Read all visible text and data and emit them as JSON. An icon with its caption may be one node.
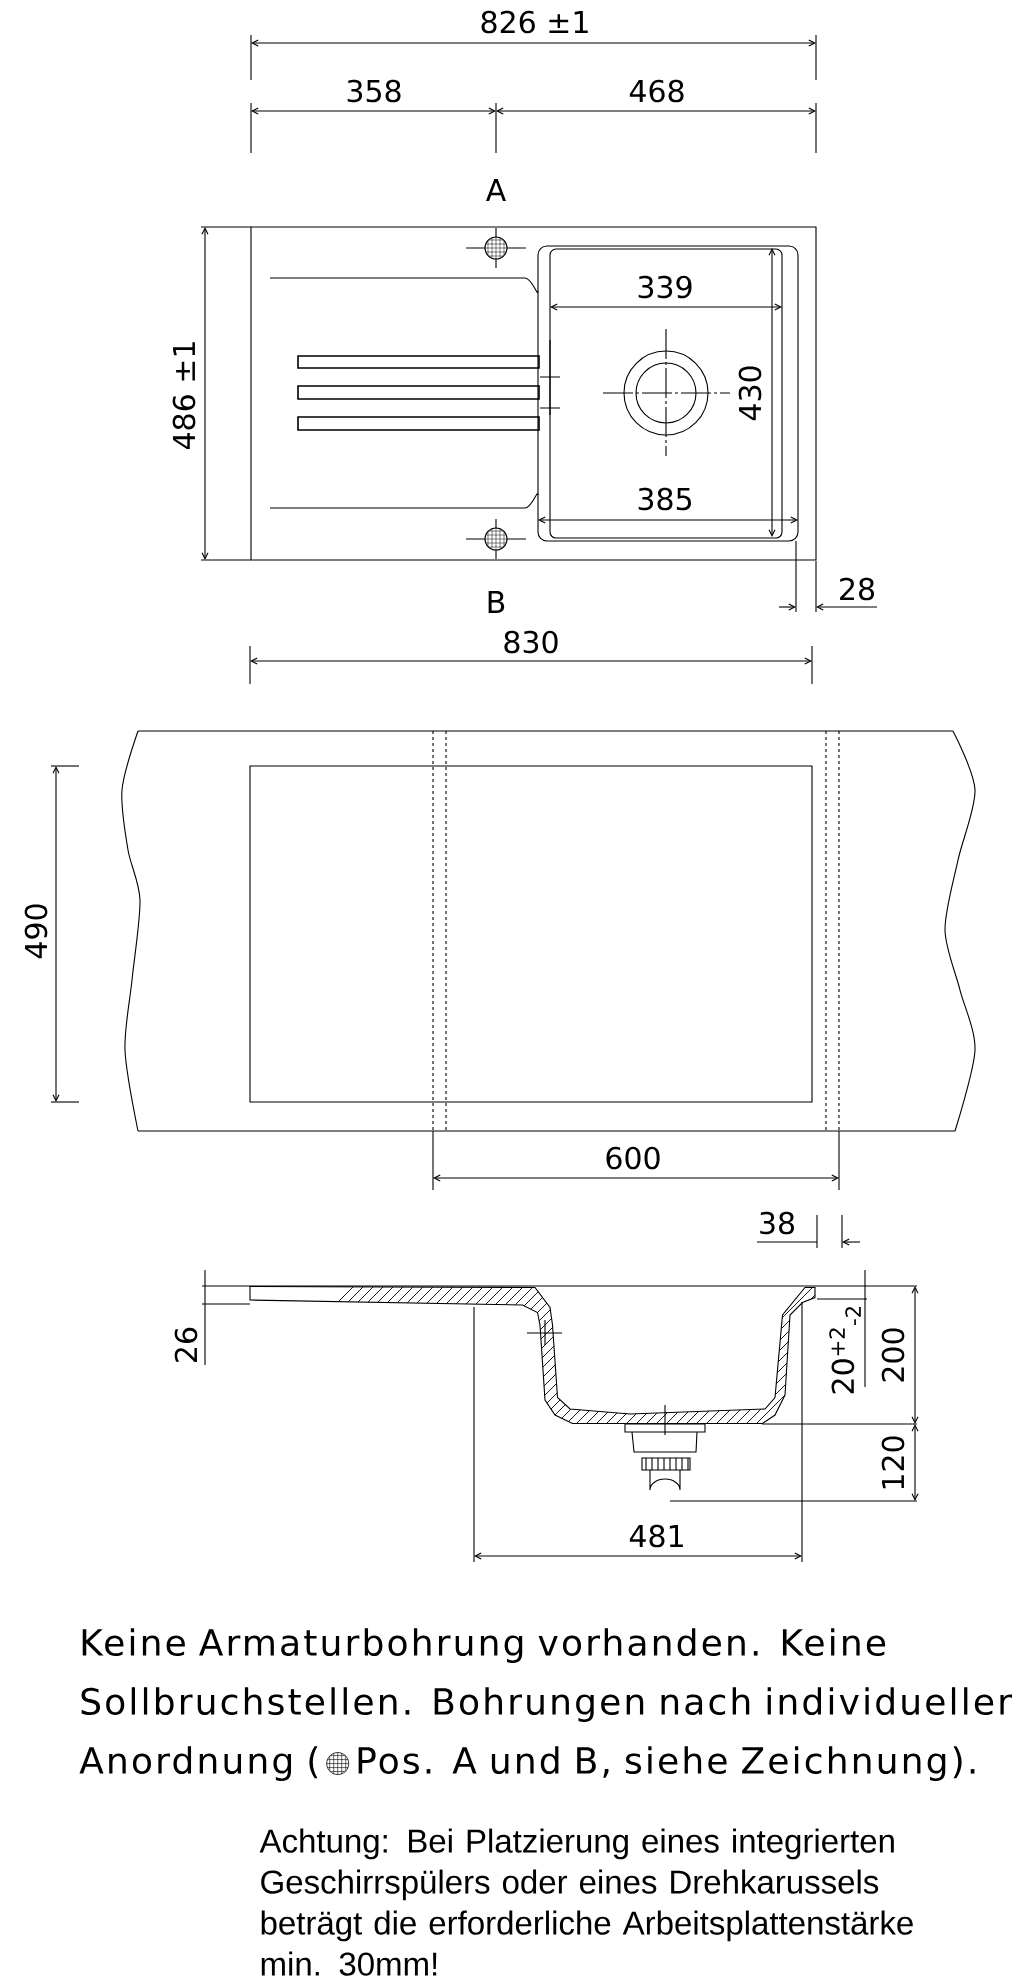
{
  "diagram": {
    "labels": [
      "826 ±1",
      "358",
      "468",
      "A",
      "339",
      "486 ±1",
      "430",
      "385",
      "B",
      "28",
      "830",
      "490",
      "600",
      "38",
      "26",
      "20$^{+2}$$_{-2}$",
      "200",
      "120",
      "481",
      "Keine Armaturbohrung vorhanden. Keine Sollbruchstellen. Bohrungen nach individueller Anordnung (",
      "Pos. A und B, siehe Zeichnung).",
      "Achtung: Bei Platzierung eines integrierten Geschirrspülers oder eines Drehkarussels beträgt die erforderliche Arbeitsplattenstärke min. 30mm!"
    ]
  }
}
